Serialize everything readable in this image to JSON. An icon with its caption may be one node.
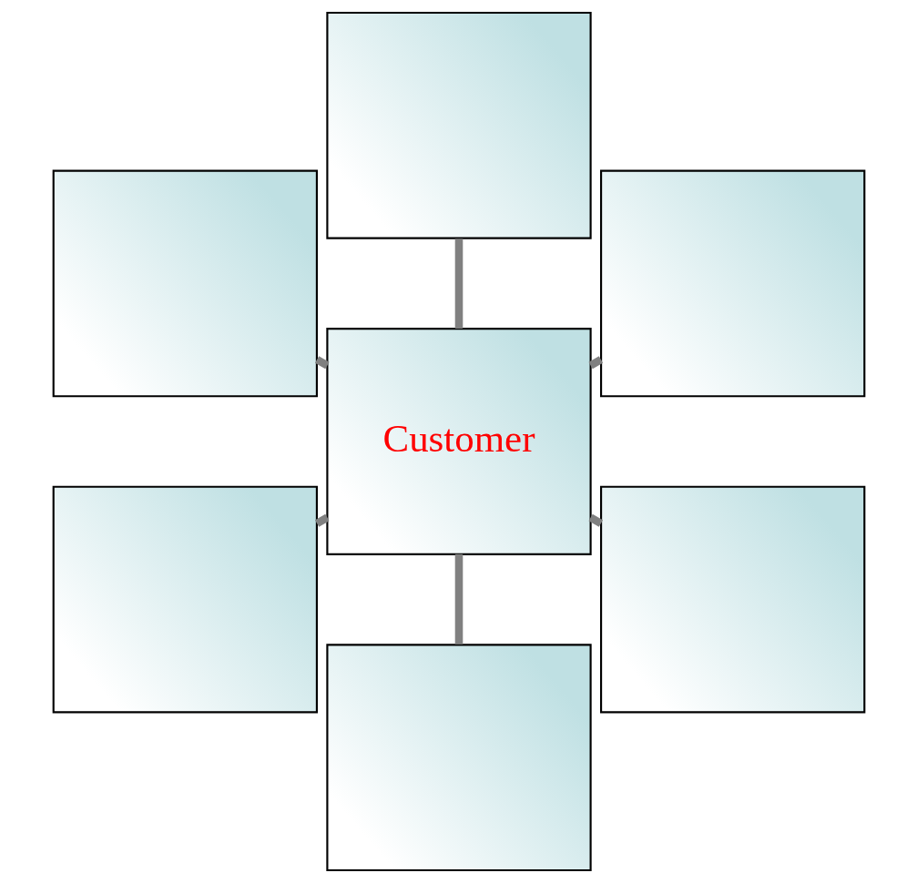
{
  "diagram": {
    "nodes": [
      {
        "text": [],
        "shape": "box"
      },
      {
        "text": [],
        "shape": "box"
      },
      {
        "text": [],
        "shape": "box"
      },
      {
        "text": [
          "Customer"
        ]
      },
      {
        "text": [],
        "shape": "box"
      },
      {
        "text": [],
        "shape": "box"
      },
      {
        "text": [],
        "shape": "box"
      }
    ],
    "edges": [
      {
        "from": 3,
        "to": 0,
        "arrow": "none"
      },
      {
        "from": 3,
        "to": 1,
        "arrow": "none"
      },
      {
        "from": 3,
        "to": 2,
        "arrow": "none"
      },
      {
        "from": 3,
        "to": 4,
        "arrow": "none"
      },
      {
        "from": 3,
        "to": 5,
        "arrow": "none"
      },
      {
        "from": 3,
        "to": 6,
        "arrow": "none"
      }
    ]
  }
}
